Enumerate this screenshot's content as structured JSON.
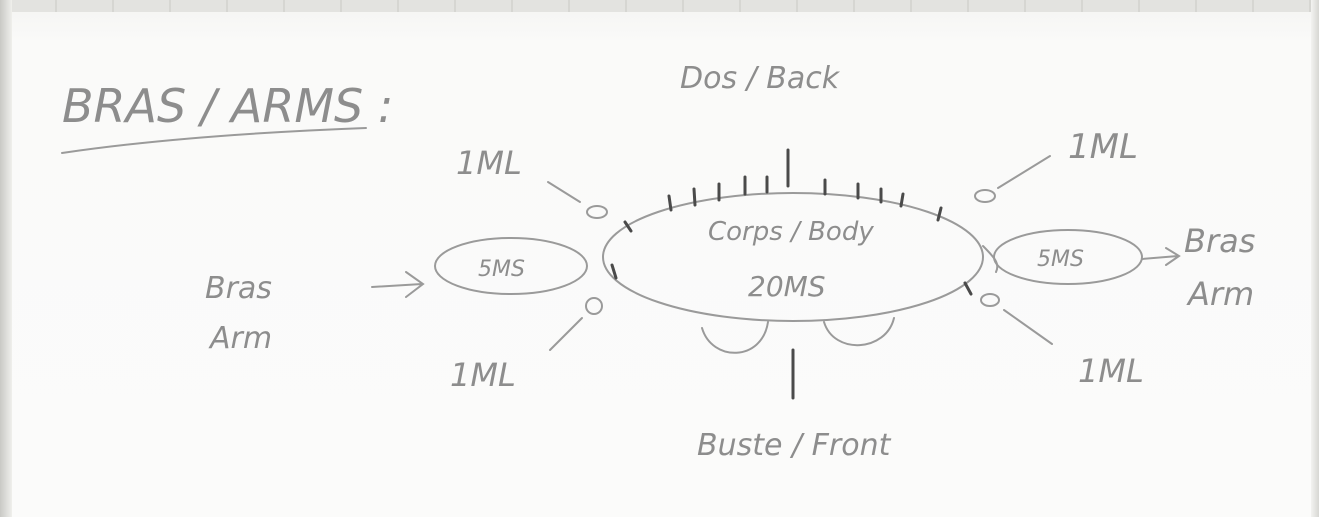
{
  "title": "BRAS / ARMS :",
  "labels": {
    "back": "Dos / Back",
    "front": "Buste / Front",
    "body_name": "Corps / Body",
    "body_value": "20MS",
    "arm_left_line1": "Bras",
    "arm_left_line2": "Arm",
    "arm_right_line1": "Bras",
    "arm_right_line2": "Arm",
    "slot_left": "5MS",
    "slot_right": "5MS",
    "ml_top_left": "1ML",
    "ml_top_right": "1ML",
    "ml_bottom_left": "1ML",
    "ml_bottom_right": "1ML"
  },
  "colors": {
    "ink": "#8d8d8d",
    "dark_ink": "#4a4a4a",
    "paper": "#fbfbfa"
  }
}
